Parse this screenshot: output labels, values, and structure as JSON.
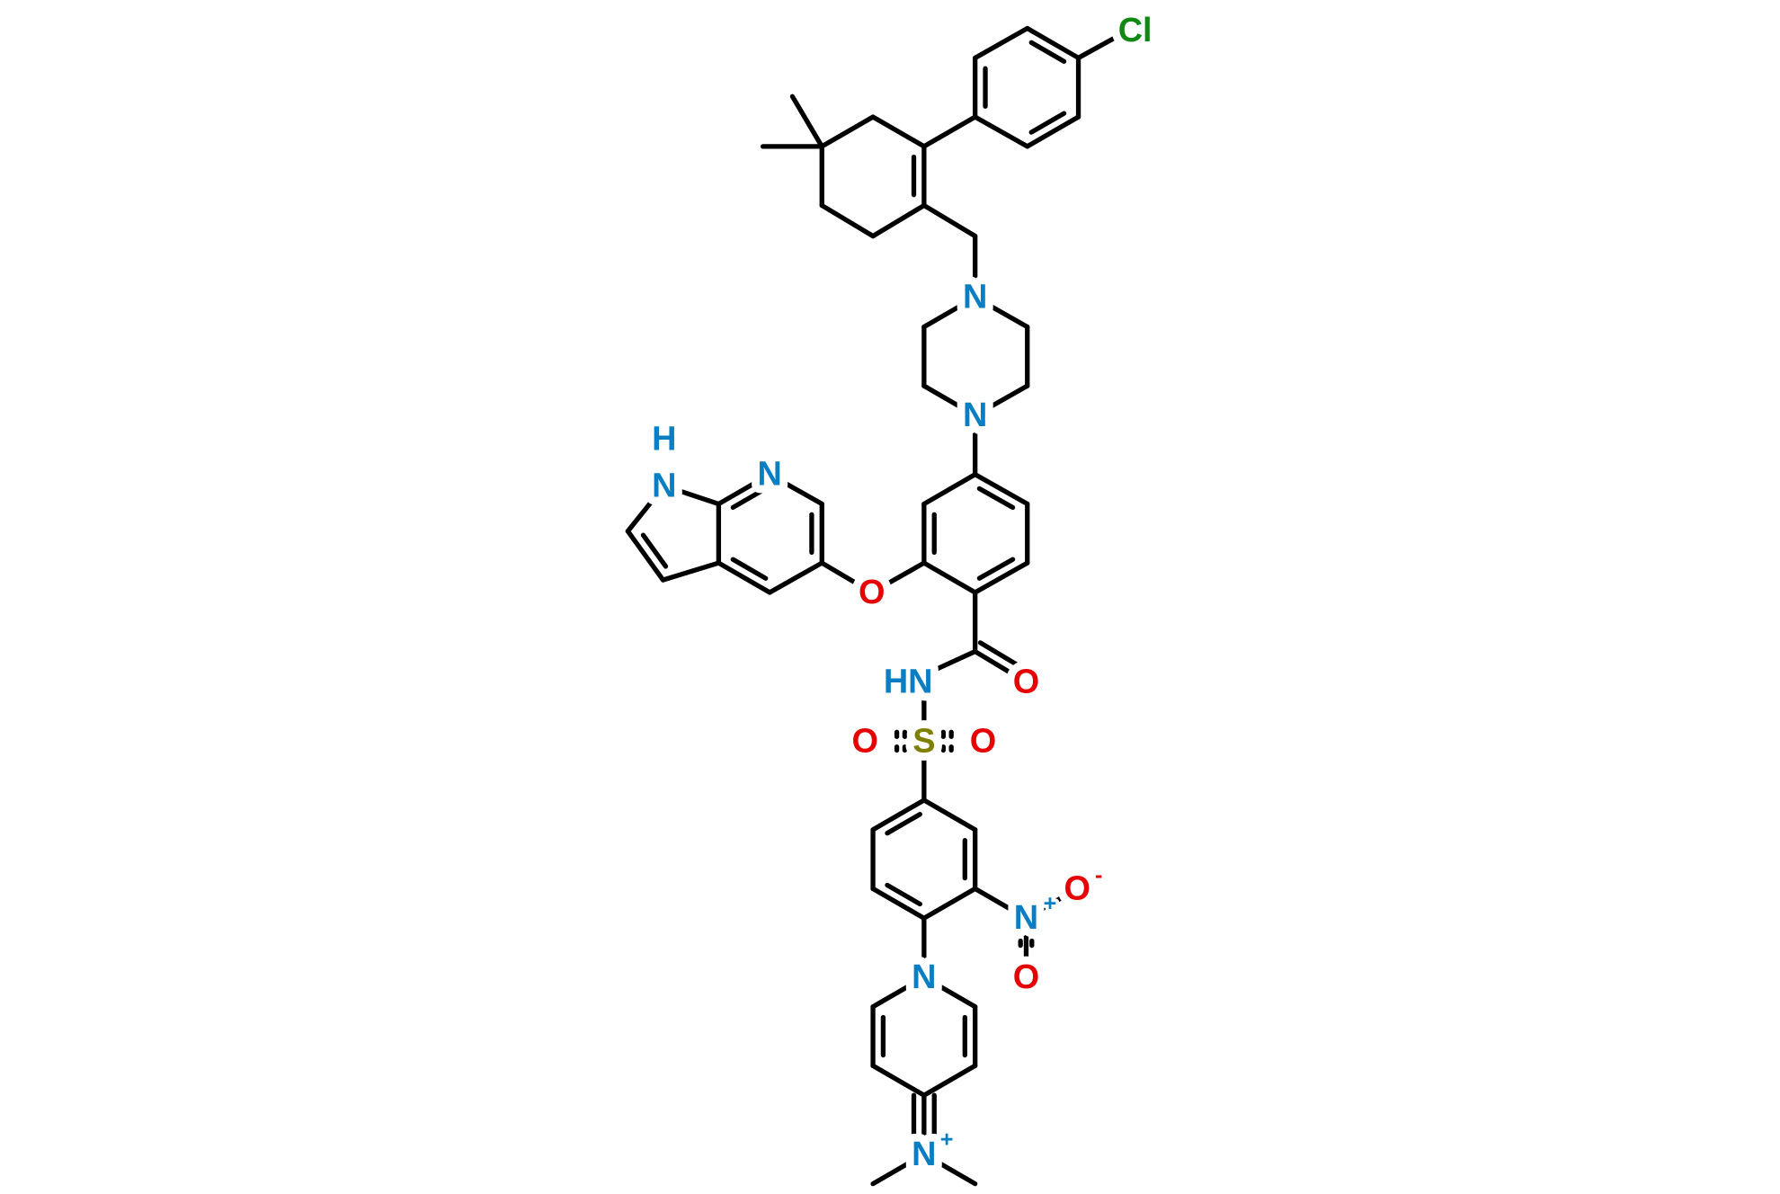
{
  "molecule": {
    "labels": {
      "chlorine": "Cl",
      "piperazine_n_top": "N",
      "piperazine_n_bottom": "N",
      "pyrrole_h": "H",
      "pyrrole_n": "N",
      "pyridine_n": "N",
      "ether_o": "O",
      "amide_nh": "HN",
      "amide_o": "O",
      "sulfur": "S",
      "sulfonyl_o_left": "O",
      "sulfonyl_o_right": "O",
      "nitro_n": "N",
      "nitro_n_charge": "+",
      "nitro_o_minus": "O",
      "nitro_o_charge": "-",
      "nitro_o": "O",
      "pyridinium_n": "N",
      "iminium_n": "N",
      "iminium_charge": "+"
    },
    "colors": {
      "bond": "#000000",
      "nitrogen": "#0A7EC2",
      "oxygen": "#E60000",
      "sulfur": "#808000",
      "chlorine": "#118811"
    }
  }
}
